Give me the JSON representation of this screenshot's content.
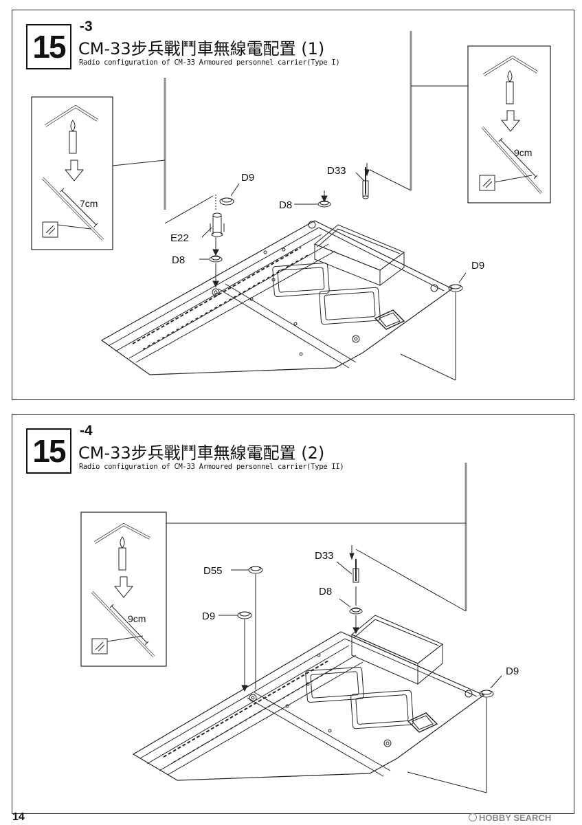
{
  "page_number": "14",
  "watermark": "HOBBY SEARCH",
  "steps": [
    {
      "number": "15",
      "sub": "-3",
      "title": "CM-33步兵戰鬥車無線電配置 (1)",
      "caption": "Radio configuration of CM-33 Armoured personnel carrier(Type I)",
      "left_inset_length": "7cm",
      "right_inset_length": "9cm",
      "labels": {
        "d9_top": "D9",
        "d33": "D33",
        "d8_right": "D8",
        "e22": "E22",
        "d8_left": "D8",
        "d9_right": "D9"
      }
    },
    {
      "number": "15",
      "sub": "-4",
      "title": "CM-33步兵戰鬥車無線電配置 (2)",
      "caption": "Radio configuration of CM-33 Armoured personnel carrier(Type II)",
      "inset_length": "9cm",
      "labels": {
        "d55": "D55",
        "d9_left": "D9",
        "d33": "D33",
        "d8": "D8",
        "d9_right": "D9"
      }
    }
  ]
}
